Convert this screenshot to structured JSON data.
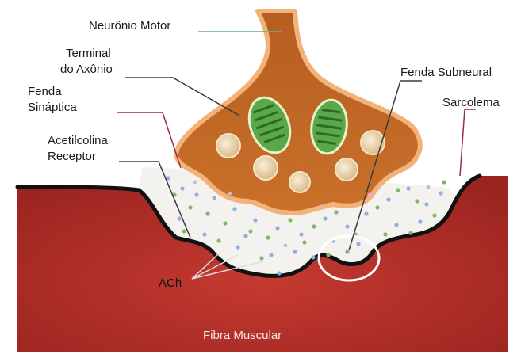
{
  "labels": {
    "motor_neuron": "Neurônio Motor",
    "axon_terminal_1": "Terminal",
    "axon_terminal_2": "do Axônio",
    "synaptic_cleft_1": "Fenda",
    "synaptic_cleft_2": "Sináptica",
    "receptor_1": "Acetilcolina",
    "receptor_2": "Receptor",
    "subneural_cleft": "Fenda Subneural",
    "sarcolemma": "Sarcolema",
    "ach": "ACh",
    "muscle_fiber": "Fibra Muscular"
  },
  "colors": {
    "muscle": "#b5302a",
    "neuron": "#c56a24",
    "neuron_border": "#f3b27a",
    "mitochondria": "#4a9a3a",
    "vesicle": "#e9cfa2",
    "cleft": "#f4f2ee",
    "membrane": "#111111",
    "leader_blue": "#6fa8a0",
    "leader_red": "#9a2d3a",
    "leader_dark": "#3a3a3a"
  }
}
